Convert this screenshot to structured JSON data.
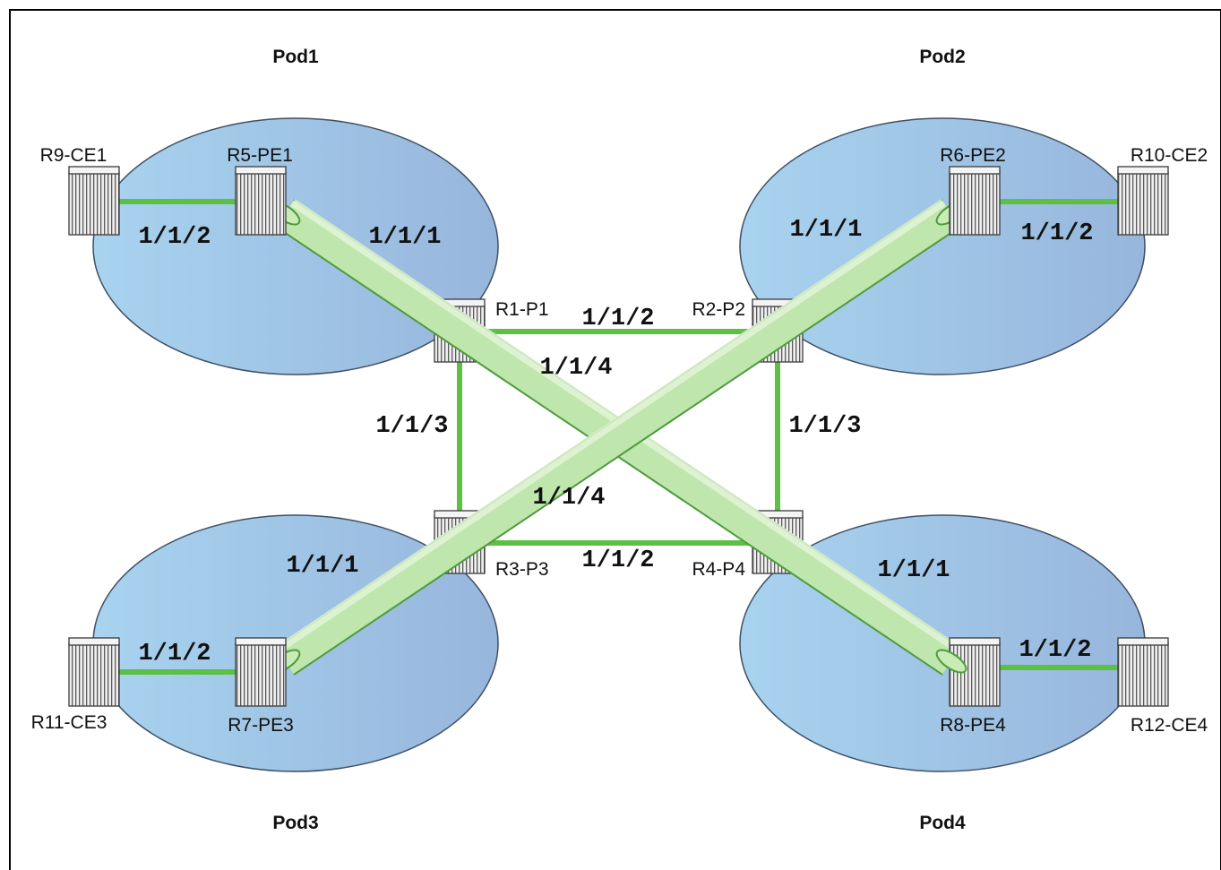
{
  "colors": {
    "pod_fill_left": "#a8d3ef",
    "pod_fill_right": "#97b6dc",
    "link": "#5cc043",
    "tunnel": "#bfe6ad",
    "tunnel_edge": "#4f9a3c"
  },
  "pods": [
    {
      "label": "Pod1"
    },
    {
      "label": "Pod2"
    },
    {
      "label": "Pod3"
    },
    {
      "label": "Pod4"
    }
  ],
  "routers": [
    {
      "id": "R9-CE1",
      "label": "R9-CE1"
    },
    {
      "id": "R5-PE1",
      "label": "R5-PE1"
    },
    {
      "id": "R6-PE2",
      "label": "R6-PE2"
    },
    {
      "id": "R10-CE2",
      "label": "R10-CE2"
    },
    {
      "id": "R1-P1",
      "label": "R1-P1"
    },
    {
      "id": "R2-P2",
      "label": "R2-P2"
    },
    {
      "id": "R3-P3",
      "label": "R3-P3"
    },
    {
      "id": "R4-P4",
      "label": "R4-P4"
    },
    {
      "id": "R11-CE3",
      "label": "R11-CE3"
    },
    {
      "id": "R7-PE3",
      "label": "R7-PE3"
    },
    {
      "id": "R8-PE4",
      "label": "R8-PE4"
    },
    {
      "id": "R12-CE4",
      "label": "R12-CE4"
    }
  ],
  "links": [
    {
      "from": "R9-CE1",
      "to": "R5-PE1",
      "port": "1/1/2"
    },
    {
      "from": "R6-PE2",
      "to": "R10-CE2",
      "port": "1/1/2"
    },
    {
      "from": "R11-CE3",
      "to": "R7-PE3",
      "port": "1/1/2"
    },
    {
      "from": "R8-PE4",
      "to": "R12-CE4",
      "port": "1/1/2"
    },
    {
      "from": "R1-P1",
      "to": "R2-P2",
      "port": "1/1/2"
    },
    {
      "from": "R3-P3",
      "to": "R4-P4",
      "port": "1/1/2"
    },
    {
      "from": "R1-P1",
      "to": "R3-P3",
      "port": "1/1/3"
    },
    {
      "from": "R2-P2",
      "to": "R4-P4",
      "port": "1/1/3"
    }
  ],
  "tunnels": [
    {
      "from": "R5-PE1",
      "to": "R8-PE4"
    },
    {
      "from": "R6-PE2",
      "to": "R7-PE3"
    }
  ],
  "port_labels": {
    "pe1_ce1": "1/1/2",
    "pe1_p1": "1/1/1",
    "pe2_p2": "1/1/1",
    "pe2_ce2": "1/1/2",
    "p1_p2": "1/1/2",
    "p1_p4": "1/1/4",
    "p1_p3": "1/1/3",
    "p2_p4": "1/1/3",
    "p3_p2": "1/1/4",
    "pe3_p3": "1/1/1",
    "p3_p4": "1/1/2",
    "pe4_p4": "1/1/1",
    "pe3_ce3": "1/1/2",
    "pe4_ce4": "1/1/2"
  }
}
